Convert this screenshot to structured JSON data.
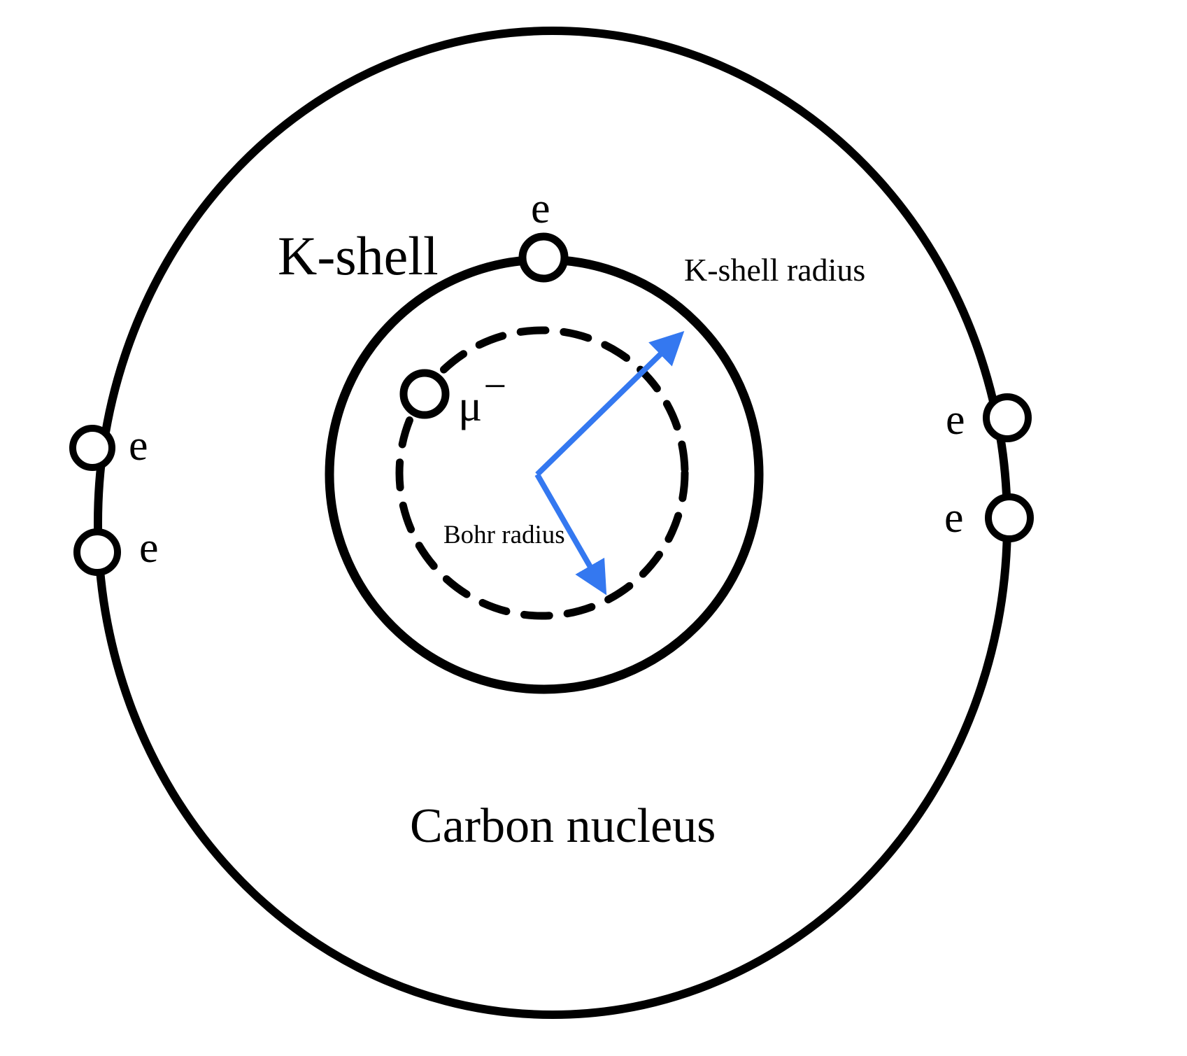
{
  "diagram": {
    "outer_ring": {
      "electron_labels": [
        "e",
        "e",
        "e",
        "e"
      ]
    },
    "k_shell": {
      "label": "K-shell",
      "electron_label": "e",
      "radius_label": "K-shell radius"
    },
    "muon_orbit": {
      "particle_label": "μ",
      "charge": "−",
      "radius_label": "Bohr radius"
    },
    "nucleus_label": "Carbon nucleus",
    "colors": {
      "line": "#000000",
      "arrow": "#3478f0",
      "background": "#ffffff"
    }
  }
}
